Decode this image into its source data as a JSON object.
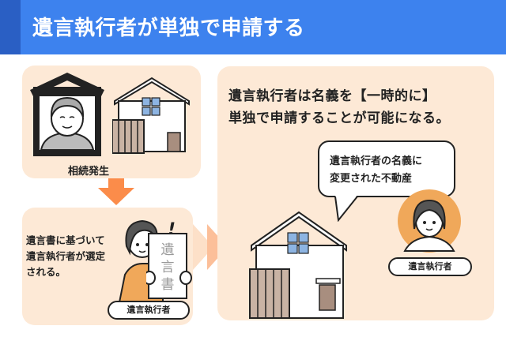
{
  "header": {
    "title": "遺言執行者が単独で申請する",
    "bg_color": "#3d82ee",
    "accent_color": "#2a5fc4"
  },
  "step1": {
    "caption": "相続発生",
    "icons": [
      "memorial-portrait-icon",
      "house-icon"
    ]
  },
  "step2": {
    "text_lines": [
      "遺言書に基づいて",
      "遺言執行者が選定",
      "される。"
    ],
    "document_label": "遺言書",
    "role_label": "遺言執行者",
    "exclamation": "!"
  },
  "step3": {
    "main_lines": [
      "遺言執行者は名義を【一時的に】",
      "単独で申請することが可能になる。"
    ],
    "bubble_lines": [
      "遺言執行者の名義に",
      "変更された不動産"
    ],
    "role_label": "遺言執行者"
  },
  "colors": {
    "panel_bg": "#fde9d6",
    "arrow_orange": "#fb8c4a",
    "avatar_circle": "#f0a85a"
  }
}
